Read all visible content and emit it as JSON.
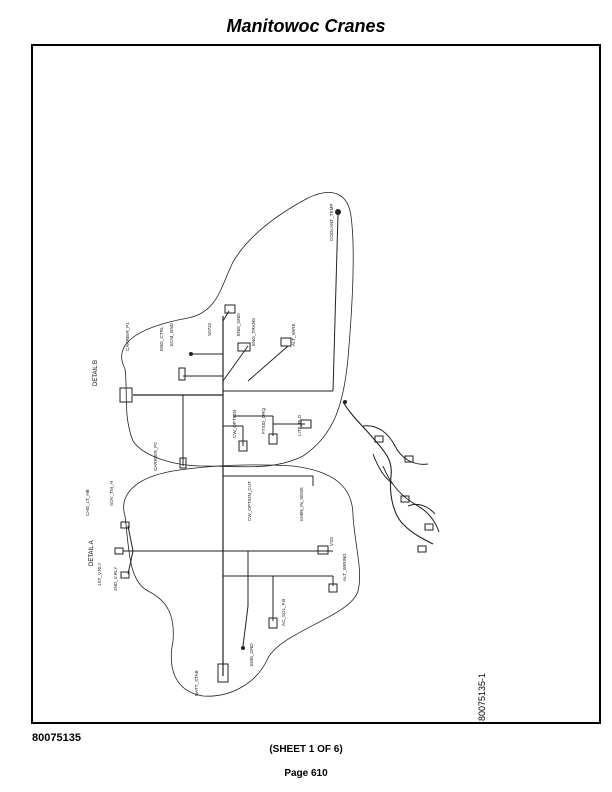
{
  "header": {
    "title": "Manitowoc Cranes"
  },
  "footer": {
    "part_number": "80075135",
    "sheet": "(SHEET 1 OF 6)",
    "page": "Page 610"
  },
  "drawing": {
    "drawing_number": "80075135-1",
    "detail_a": "DETAIL A",
    "detail_b": "DETAIL B",
    "labels": {
      "coolant_temp": "COOLANT_TEMP",
      "eng_gnd": "ENG_GND",
      "eng_trans": "ENG_TRANS",
      "alt_wire": "ALT_WIRE",
      "ecm_gnd": "ECM_GND",
      "eng_ctrl": "ENG_CTRL",
      "carrier_p1": "CARRIER_P1",
      "carrier_p2": "CARRIER_P2",
      "cw_option": "CW_OPTION",
      "ftsid_drq": "FTSID_DRQ",
      "lite_bld": "LITE_BLD",
      "cw_option_cut": "CW_OPTION_CUT",
      "kmin_sensor": "KMIN_IN_SENS",
      "vss": "VSS",
      "alt_wiring": "ALT_WIRING",
      "ac_sol": "AC_SOL_F.B",
      "ems_gnd": "EMS_GND",
      "batt_stab": "BATT_STAB",
      "chg_lamp": "CHG_LT_HB",
      "sov_term": "SOV_TM_H",
      "1st_v": "1ST_V.RLY",
      "2nd_v": "2ND_V.RLY",
      "fuse_ref": "S0732"
    }
  }
}
